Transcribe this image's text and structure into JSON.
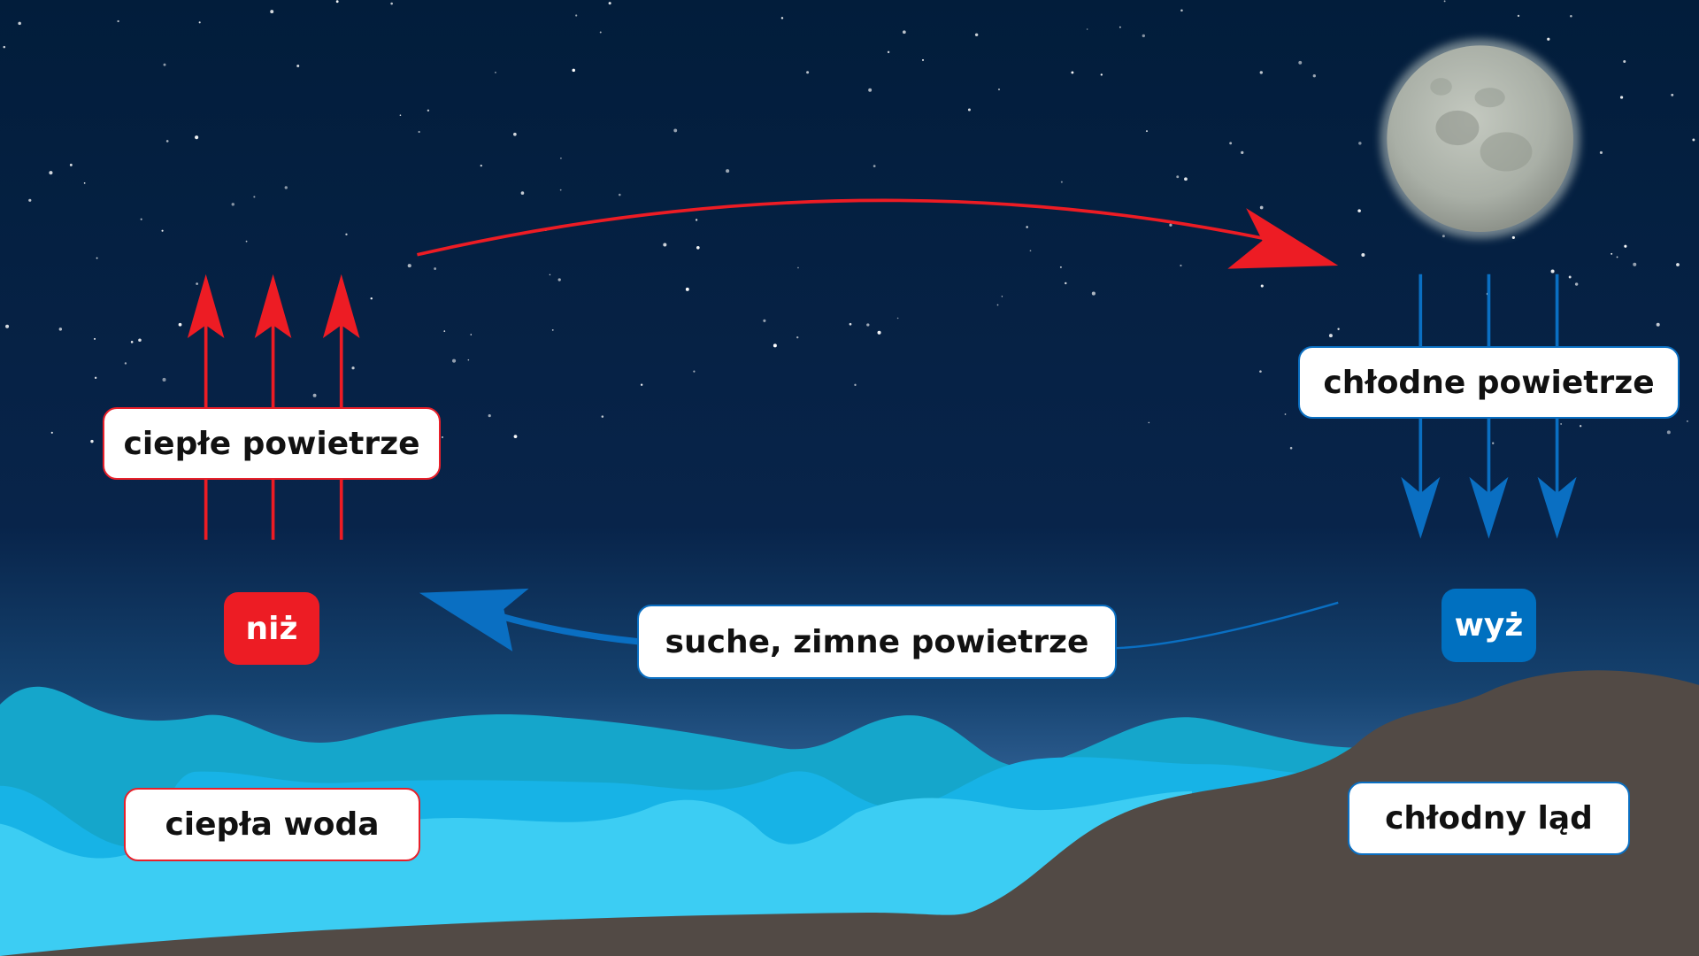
{
  "labels": {
    "warm_air": "ciepłe powietrze",
    "cold_air": "chłodne powietrze",
    "dry_cold_air": "suche, zimne powietrze",
    "warm_water": "ciepła woda",
    "cold_land": "chłodny ląd"
  },
  "pressure": {
    "low": "niż",
    "high": "wyż"
  },
  "colors": {
    "low_pressure": "#ed1c24",
    "high_pressure": "#0070c0",
    "land": "#524a45",
    "water_light": "#3ccdf3",
    "water_mid": "#17b3e6",
    "water_dark": "#15a6cb",
    "sky_top": "#021d3b"
  },
  "icons": [
    "moon-icon",
    "star-icon",
    "arrow-up-icon",
    "arrow-down-icon",
    "curved-arrow-icon"
  ]
}
